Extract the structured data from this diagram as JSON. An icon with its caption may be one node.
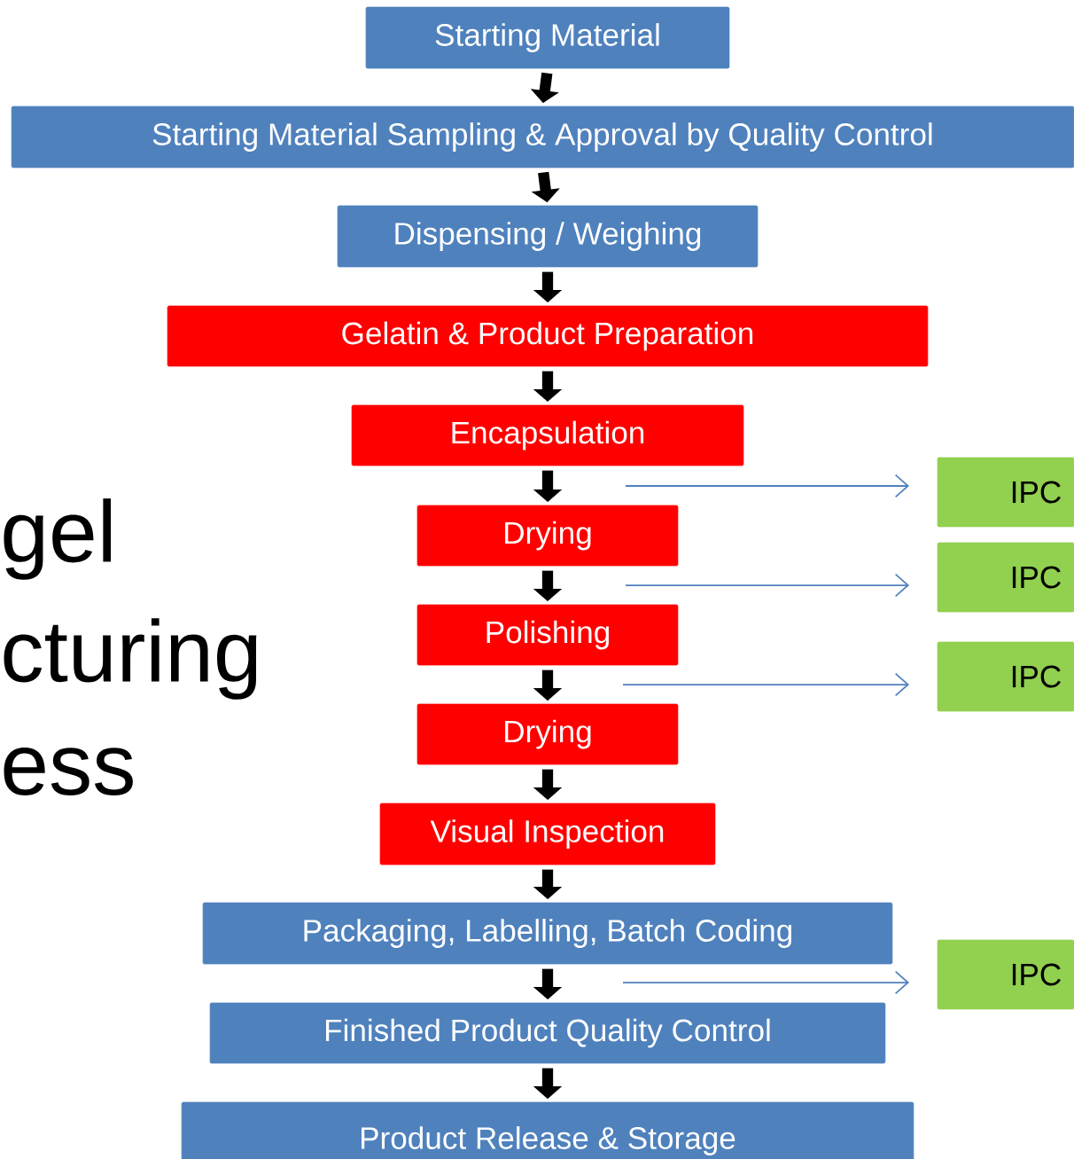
{
  "diagram": {
    "nodes": [
      {
        "text": [
          "Starting Material"
        ]
      },
      {
        "text": [
          "Starting Material Sampling & Approval by Quality Control"
        ]
      },
      {
        "text": [
          "Dispensing / Weighing"
        ]
      },
      {
        "text": [
          "Gelatin & Product Preparation"
        ]
      },
      {
        "text": [
          "Encapsulation"
        ]
      },
      {
        "text": [
          "Drying"
        ]
      },
      {
        "text": [
          "Polishing"
        ]
      },
      {
        "text": [
          "Drying"
        ]
      },
      {
        "text": [
          "Visual Inspection"
        ]
      },
      {
        "text": [
          "Packaging, Labelling, Batch Coding"
        ]
      },
      {
        "text": [
          "Finished Product Quality Control"
        ]
      },
      {
        "text": [
          "Product Release & Storage"
        ]
      },
      {
        "text": [
          "IPC"
        ]
      },
      {
        "text": [
          "IPC"
        ]
      },
      {
        "text": [
          "IPC"
        ]
      },
      {
        "text": [
          "IPC"
        ]
      }
    ],
    "edges": [
      {
        "from": 0,
        "to": 1,
        "arrow": "to"
      },
      {
        "from": 1,
        "to": 2,
        "arrow": "to"
      },
      {
        "from": 2,
        "to": 3,
        "arrow": "to"
      },
      {
        "from": 3,
        "to": 4,
        "arrow": "to"
      },
      {
        "from": 4,
        "to": 5,
        "arrow": "to"
      },
      {
        "from": 5,
        "to": 6,
        "arrow": "to"
      },
      {
        "from": 6,
        "to": 7,
        "arrow": "to"
      },
      {
        "from": 7,
        "to": 8,
        "arrow": "to"
      },
      {
        "from": 8,
        "to": 9,
        "arrow": "to"
      },
      {
        "from": 9,
        "to": 10,
        "arrow": "to"
      },
      {
        "from": 10,
        "to": 11,
        "arrow": "to"
      },
      {
        "from": null,
        "to": 12,
        "arrow": "to",
        "color": "#4f81bd"
      },
      {
        "from": null,
        "to": 13,
        "arrow": "to",
        "color": "#4f81bd"
      },
      {
        "from": null,
        "to": 14,
        "arrow": "to",
        "color": "#4f81bd"
      },
      {
        "from": null,
        "to": 15,
        "arrow": "to",
        "color": "#4f81bd"
      }
    ],
    "labels": [
      "gel",
      "cturing",
      "ess"
    ]
  }
}
